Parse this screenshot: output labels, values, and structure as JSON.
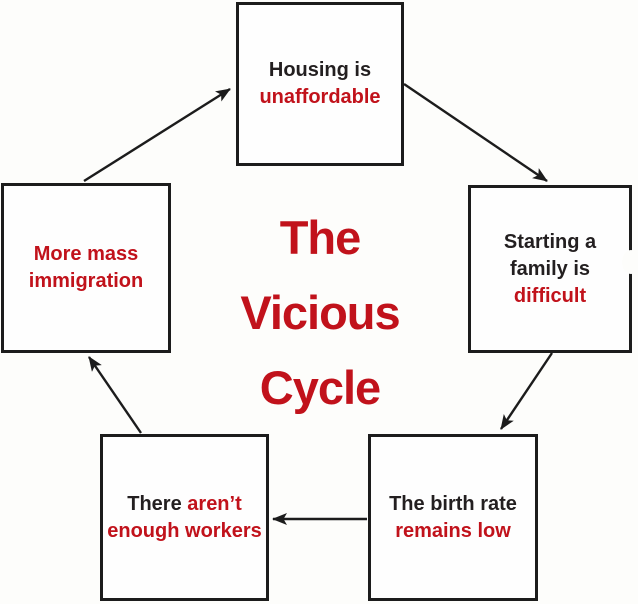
{
  "title": {
    "line1": "The",
    "line2": "Vicious",
    "line3": "Cycle"
  },
  "colors": {
    "red": "#c1121b",
    "ink": "#231f20",
    "line": "#1c1c1c",
    "background": "#fdfdfb",
    "box_background": "#fefefe"
  },
  "boxes": {
    "housing": {
      "line1": "Housing is",
      "line2": "unaffordable"
    },
    "family": {
      "line1": "Starting a",
      "line2": "family is",
      "line3": "difficult"
    },
    "birthrate": {
      "line1": "The birth rate",
      "line2": "remains low"
    },
    "workers": {
      "line1_black": "There ",
      "line1_red": "aren’t",
      "line2_red": "enough workers"
    },
    "immigration": {
      "line1": "More mass",
      "line2": "immigration"
    }
  },
  "arrows": [
    {
      "from": "immigration",
      "to": "housing"
    },
    {
      "from": "housing",
      "to": "family"
    },
    {
      "from": "family",
      "to": "birthrate"
    },
    {
      "from": "birthrate",
      "to": "workers"
    },
    {
      "from": "workers",
      "to": "immigration"
    }
  ]
}
